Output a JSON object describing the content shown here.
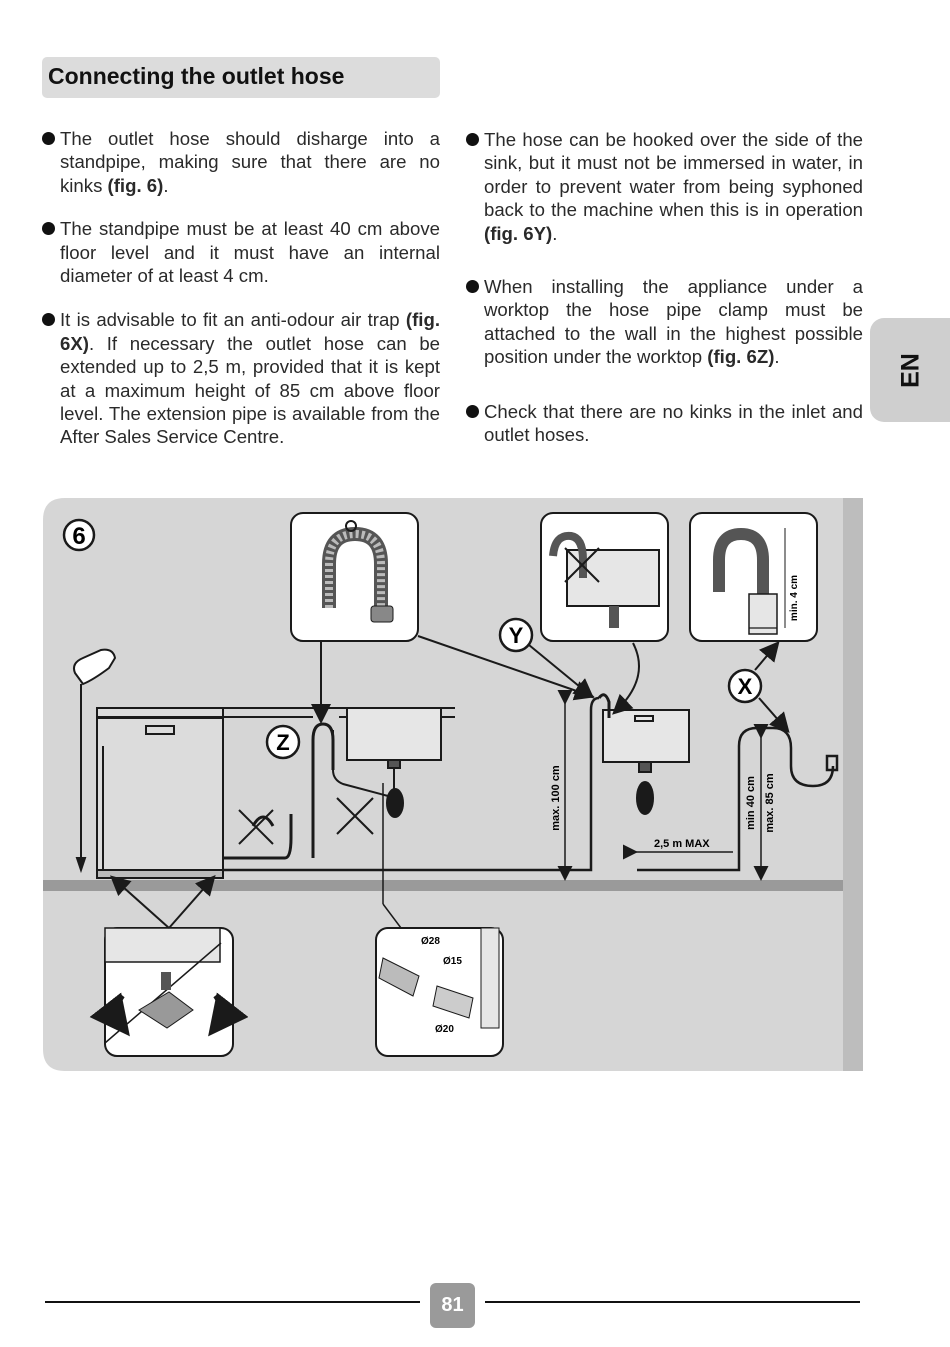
{
  "header": {
    "title": "Connecting the outlet hose"
  },
  "lang_tab": {
    "label": "EN"
  },
  "left_column": [
    {
      "pre": "The outlet hose should disharge into a standpipe, making sure that there are no kinks ",
      "ref": "(fig. 6)",
      "post": "."
    },
    {
      "pre": "The standpipe must be at least 40 cm above floor level and it must have an internal diameter of at least 4 cm.",
      "ref": "",
      "post": ""
    },
    {
      "pre": "It is advisable to fit an anti-odour air trap ",
      "ref": "(fig. 6X)",
      "post": ". If necessary the outlet hose can be extended up to 2,5 m, provided that it is kept at a maximum height of 85 cm above floor level. The extension pipe is available from the After Sales Service Centre."
    }
  ],
  "right_column": [
    {
      "pre": "The hose can be hooked over the side of the sink, but it must not be immersed in water, in order to prevent water from being syphoned back to the machine when this is in operation ",
      "ref": "(fig. 6Y)",
      "post": "."
    },
    {
      "pre": "When installing  the appliance under a worktop the hose pipe clamp must be attached to the wall in the highest possible position under the worktop ",
      "ref": "(fig. 6Z)",
      "post": "."
    },
    {
      "pre": "Check that there are no kinks in the inlet and outlet hoses.",
      "ref": "",
      "post": ""
    }
  ],
  "figure": {
    "number": "6",
    "callouts": {
      "y": "Y",
      "x": "X",
      "z": "Z"
    },
    "labels": {
      "max_100": "max. 100 cm",
      "min_4": "min. 4 cm",
      "min_40": "min 40 cm",
      "max_85": "max. 85 cm",
      "ext_max": "2,5 m MAX",
      "d28": "Ø28",
      "d15": "Ø15",
      "d20": "Ø20"
    },
    "colors": {
      "panel": "#d6d6d6",
      "floor": "#9a9a9a",
      "line": "#1a1a1a"
    }
  },
  "footer": {
    "page_number": "81"
  }
}
